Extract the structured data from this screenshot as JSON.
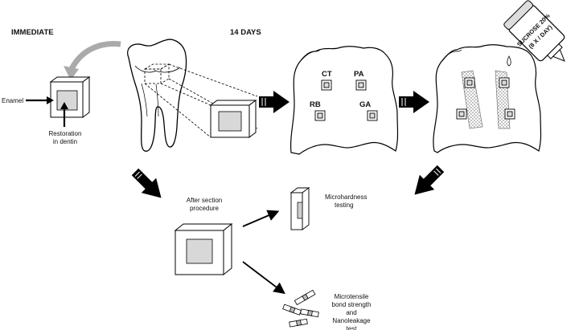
{
  "headings": {
    "immediate": "IMMEDIATE",
    "days14": "14 DAYS"
  },
  "labels": {
    "enamel": "Enamel",
    "restoration_line1": "Restoration",
    "restoration_line2": "in dentin",
    "after_line1": "After section",
    "after_line2": "procedure",
    "micro_line1": "Microhardness",
    "micro_line2": "testing",
    "tensile_line1": "Microtensile",
    "tensile_line2": "bond strength",
    "tensile_line3": "and",
    "tensile_line4": "Nanoleakage",
    "tensile_line5": "test"
  },
  "groups": {
    "ct": "CT",
    "pa": "PA",
    "rb": "RB",
    "ga": "GA"
  },
  "dropper": {
    "line1": "SUCROSE 20%",
    "line2": "(8 X / DAY)"
  }
}
